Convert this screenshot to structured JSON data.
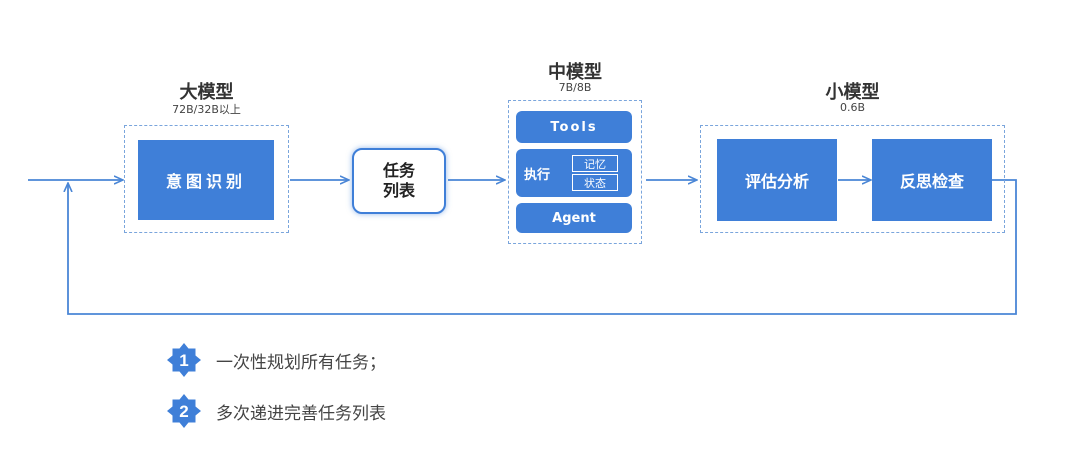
{
  "groups": {
    "large": {
      "title": "大模型",
      "subtitle": "72B/32B以上"
    },
    "medium": {
      "title": "中模型",
      "subtitle": "7B/8B"
    },
    "small": {
      "title": "小模型",
      "subtitle": "0.6B"
    }
  },
  "nodes": {
    "intent": "意图识别",
    "task_line1": "任务",
    "task_line2": "列表",
    "tools": "Tools",
    "execute": "执行",
    "memory": "记忆",
    "state": "状态",
    "agent": "Agent",
    "evaluate": "评估分析",
    "reflect": "反思检查"
  },
  "legend": [
    {
      "number": "1",
      "text": "一次性规划所有任务；"
    },
    {
      "number": "2",
      "text": "多次递进完善任务列表"
    }
  ],
  "colors": {
    "accent": "#3f7fd8",
    "dashed": "#7aa5dc",
    "line": "#4a86d6"
  }
}
